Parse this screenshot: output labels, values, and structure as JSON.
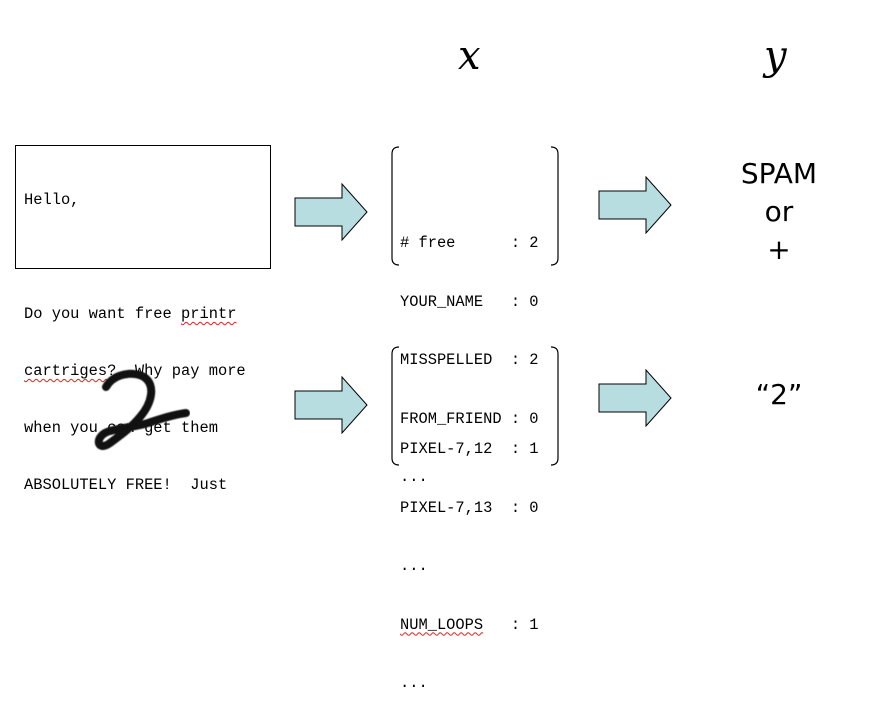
{
  "headers": {
    "x": "x",
    "y": "y"
  },
  "email": {
    "lines": [
      {
        "segments": [
          {
            "text": "Hello,"
          }
        ]
      },
      {
        "segments": [
          {
            "text": ""
          }
        ]
      },
      {
        "segments": [
          {
            "text": "Do you want free "
          },
          {
            "text": "printr",
            "misspelled": true
          }
        ]
      },
      {
        "segments": [
          {
            "text": "cartriges",
            "misspelled": true
          },
          {
            "text": "?  Why pay more"
          }
        ]
      },
      {
        "segments": [
          {
            "text": "when you can get them"
          }
        ]
      },
      {
        "segments": [
          {
            "text": "ABSOLUTELY FREE!  Just"
          }
        ]
      }
    ]
  },
  "spam_features": [
    {
      "text": "# free      : 2"
    },
    {
      "text": "YOUR_NAME   : 0"
    },
    {
      "text": "MISSPELLED  : 2"
    },
    {
      "text": "FROM_FRIEND : 0"
    },
    {
      "text": "..."
    }
  ],
  "spam_label": {
    "line1": "SPAM",
    "line2": "or",
    "line3": "+"
  },
  "digit_features": [
    {
      "text": "PIXEL-7,12  : 1"
    },
    {
      "text": "PIXEL-7,13  : 0"
    },
    {
      "text": "..."
    },
    {
      "segments": [
        {
          "text": "NUM_LOOPS",
          "misspelled": true
        },
        {
          "text": "   : 1"
        }
      ]
    },
    {
      "text": "..."
    }
  ],
  "digit_label": "“2”",
  "colors": {
    "arrow_fill": "#b7dde1",
    "squiggle": "#d22222"
  }
}
